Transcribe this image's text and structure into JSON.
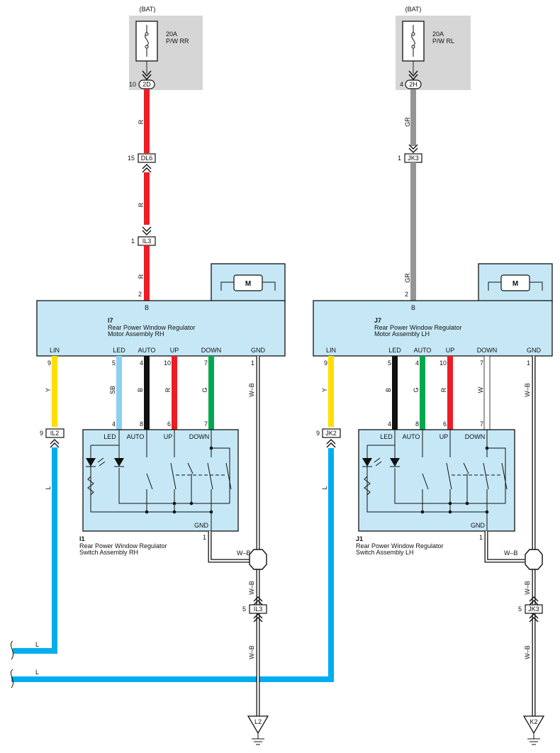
{
  "left": {
    "bat": "(BAT)",
    "fuse_amp": "20A",
    "fuse_name": "P/W RR",
    "fuse_conn": "2D",
    "fuse_pin": "10",
    "inline1": "DL6",
    "inline1_pin": "15",
    "inline2": "IL3",
    "inline2_pin": "1",
    "wire_top": "R",
    "motor_pin_b": "2",
    "motor_b": "B",
    "motor_id": "I7",
    "motor_name1": "Rear Power Window Regulator",
    "motor_name2": "Motor Assembly RH",
    "motor_symbol": "M",
    "pins": [
      {
        "label": "LIN",
        "num": "9",
        "wire": "Y",
        "sw": ""
      },
      {
        "label": "LED",
        "num": "5",
        "wire": "SB",
        "sw": "4"
      },
      {
        "label": "AUTO",
        "num": "4",
        "wire": "B",
        "sw": "8"
      },
      {
        "label": "UP",
        "num": "10",
        "wire": "R",
        "sw": "6"
      },
      {
        "label": "DOWN",
        "num": "7",
        "wire": "G",
        "sw": "7"
      },
      {
        "label": "GND",
        "num": "1",
        "wire": "W–B",
        "sw": ""
      }
    ],
    "lin_conn": "IL2",
    "lin_conn_pin": "9",
    "sw_led": "LED",
    "sw_auto": "AUTO",
    "sw_up": "UP",
    "sw_down": "DOWN",
    "sw_gnd": "GND",
    "sw_gnd_pin": "1",
    "sw_id": "I1",
    "sw_name1": "Rear Power Window Regulator",
    "sw_name2": "Switch Assembly RH",
    "gnd_wire_h": "W–B",
    "gnd_wire_v1": "W–B",
    "gnd_conn": "IL3",
    "gnd_conn_pin": "5",
    "gnd_wire_v2": "W–B",
    "ground": "L2",
    "lin_wire": "L",
    "bus_upper": "L",
    "bus_lower": "L"
  },
  "right": {
    "bat": "(BAT)",
    "fuse_amp": "20A",
    "fuse_name": "P/W RL",
    "fuse_conn": "2H",
    "fuse_pin": "4",
    "inline1": "JK3",
    "inline1_pin": "1",
    "wire_top": "GR",
    "motor_pin_b": "2",
    "motor_b": "B",
    "motor_id": "J7",
    "motor_name1": "Rear Power Window Regulator",
    "motor_name2": "Motor Assembly LH",
    "motor_symbol": "M",
    "pins": [
      {
        "label": "LIN",
        "num": "9",
        "wire": "Y",
        "sw": ""
      },
      {
        "label": "LED",
        "num": "5",
        "wire": "B",
        "sw": "4"
      },
      {
        "label": "AUTO",
        "num": "4",
        "wire": "G",
        "sw": "8"
      },
      {
        "label": "UP",
        "num": "10",
        "wire": "R",
        "sw": "6"
      },
      {
        "label": "DOWN",
        "num": "7",
        "wire": "W",
        "sw": "7"
      },
      {
        "label": "GND",
        "num": "1",
        "wire": "W–B",
        "sw": ""
      }
    ],
    "lin_conn": "JK2",
    "lin_conn_pin": "9",
    "sw_led": "LED",
    "sw_auto": "AUTO",
    "sw_up": "UP",
    "sw_down": "DOWN",
    "sw_gnd": "GND",
    "sw_gnd_pin": "1",
    "sw_id": "J1",
    "sw_name1": "Rear Power Window Regulator",
    "sw_name2": "Switch Assembly LH",
    "gnd_wire_h": "W–B",
    "gnd_wire_v1": "W–B",
    "gnd_conn": "JK3",
    "gnd_conn_pin": "5",
    "gnd_wire_v2": "W–B",
    "ground": "K2",
    "lin_wire": "L"
  },
  "colors": {
    "R": "#ee1c25",
    "GR": "#959595",
    "Y": "#ffde00",
    "SB": "#8ad1f1",
    "B": "#111111",
    "G": "#00a94f",
    "W": "#ffffff",
    "W–B": "#ffffff",
    "L": "#00aeef",
    "box": "#c6e8f6",
    "fuse_block": "#d6d6d6"
  }
}
